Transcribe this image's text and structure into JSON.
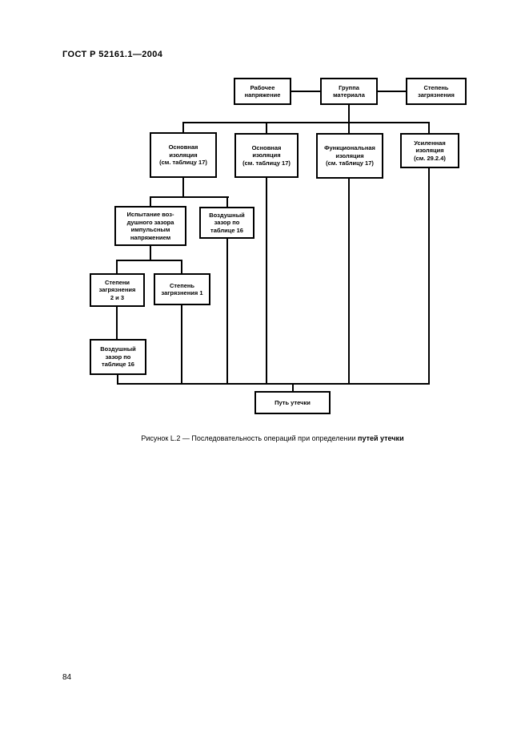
{
  "header": {
    "title": "ГОСТ Р 52161.1—2004"
  },
  "diagram": {
    "boxes": [
      {
        "id": "working-voltage",
        "label": "Рабочее\nнапряжение"
      },
      {
        "id": "material-group",
        "label": "Группа\nматериала"
      },
      {
        "id": "pollution-degree",
        "label": "Степень\nзагрязнения"
      },
      {
        "id": "basic-insulation-1",
        "label": "Основная\nизоляция\n(см. таблицу 17)"
      },
      {
        "id": "basic-insulation-2",
        "label": "Основная\nизоляция\n(см. таблицу 17)"
      },
      {
        "id": "functional-insulation",
        "label": "Функциональная\nизоляция\n(см. таблицу 17)"
      },
      {
        "id": "reinforced-insulation",
        "label": "Усиленная\nизоляция\n(см. 29.2.4)"
      },
      {
        "id": "impulse-test",
        "label": "Испытание воз-\nдушного зазора\nимпульсным\nнапряжением"
      },
      {
        "id": "clearance-table16-right",
        "label": "Воздушный\nзазор по\nтаблице 16"
      },
      {
        "id": "pollution-2-3",
        "label": "Степени\nзагрязнения\n2 и 3"
      },
      {
        "id": "pollution-1",
        "label": "Степень\nзагрязнения 1"
      },
      {
        "id": "clearance-table16-left",
        "label": "Воздушный\nзазор по\nтаблице 16"
      },
      {
        "id": "creepage-path",
        "label": "Путь утечки"
      }
    ]
  },
  "caption": {
    "text": "Рисунок L.2 — Последовательность операций при определении ",
    "bold": "путей утечки"
  },
  "footer": {
    "page_number": "84"
  },
  "colors": {
    "ink": "#000000",
    "paper": "#ffffff"
  }
}
